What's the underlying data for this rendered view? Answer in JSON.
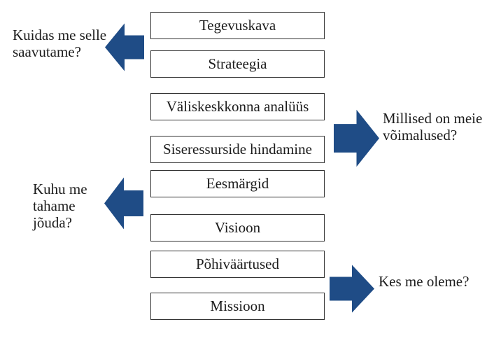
{
  "colors": {
    "arrow_fill": "#1F4C86",
    "box_border": "#333333",
    "text": "#1C1C1C",
    "background": "#FFFFFF"
  },
  "boxes": [
    {
      "label": "Tegevuskava"
    },
    {
      "label": "Strateegia"
    },
    {
      "label": "Väliskeskkonna analüüs"
    },
    {
      "label": "Siseressurside hindamine"
    },
    {
      "label": "Eesmärgid"
    },
    {
      "label": "Visioon"
    },
    {
      "label": "Põhiväärtused"
    },
    {
      "label": "Missioon"
    }
  ],
  "annotations": [
    {
      "side": "left",
      "lines": [
        "Kuidas me selle",
        "saavutame?"
      ]
    },
    {
      "side": "right",
      "lines": [
        "Millised on meie",
        "võimalused?"
      ]
    },
    {
      "side": "left",
      "lines": [
        "Kuhu me",
        "tahame",
        "jõuda?"
      ]
    },
    {
      "side": "right",
      "lines": [
        "Kes me oleme?"
      ]
    }
  ]
}
